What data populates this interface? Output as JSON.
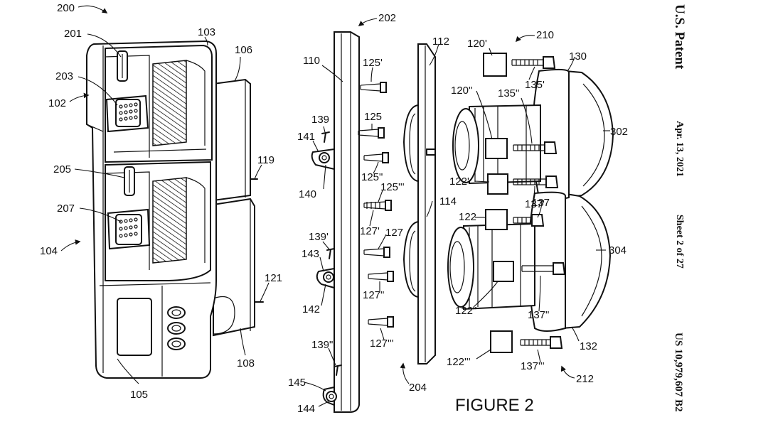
{
  "figure_title": "FIGURE 2",
  "header": {
    "patent": "U.S. Patent",
    "date": "Apr. 13, 2021",
    "sheet": "Sheet 2 of 27",
    "number": "US 10,979,607 B2"
  },
  "labels": {
    "l200": "200",
    "l201": "201",
    "l103": "103",
    "l106": "106",
    "l203": "203",
    "l102": "102",
    "l205": "205",
    "l119": "119",
    "l207": "207",
    "l104": "104",
    "l121": "121",
    "l108": "108",
    "l105": "105",
    "l202": "202",
    "l110": "110",
    "l125p": "125'",
    "l139": "139",
    "l141": "141",
    "l125": "125",
    "l125pp": "125\"",
    "l140": "140",
    "l125ppp": "125'''",
    "l127p": "127'",
    "l127": "127",
    "l139p": "139'",
    "l143": "143",
    "l127pp": "127\"",
    "l142": "142",
    "l127ppp": "127'''",
    "l139pp": "139\"",
    "l145": "145",
    "l144": "144",
    "l204": "204",
    "l112": "112",
    "l114": "114",
    "l210": "210",
    "l120p": "120'",
    "l130": "130",
    "l135p": "135'",
    "l120pp": "120\"",
    "l135pp": "135\"",
    "l302": "302",
    "l122p": "122'",
    "l137p": "137'",
    "l137": "137",
    "l122": "122",
    "l304": "304",
    "l122pp": "122\"",
    "l137pp": "137\"",
    "l132": "132",
    "l122ppp": "122'''",
    "l137ppp": "137'''",
    "l212": "212"
  }
}
